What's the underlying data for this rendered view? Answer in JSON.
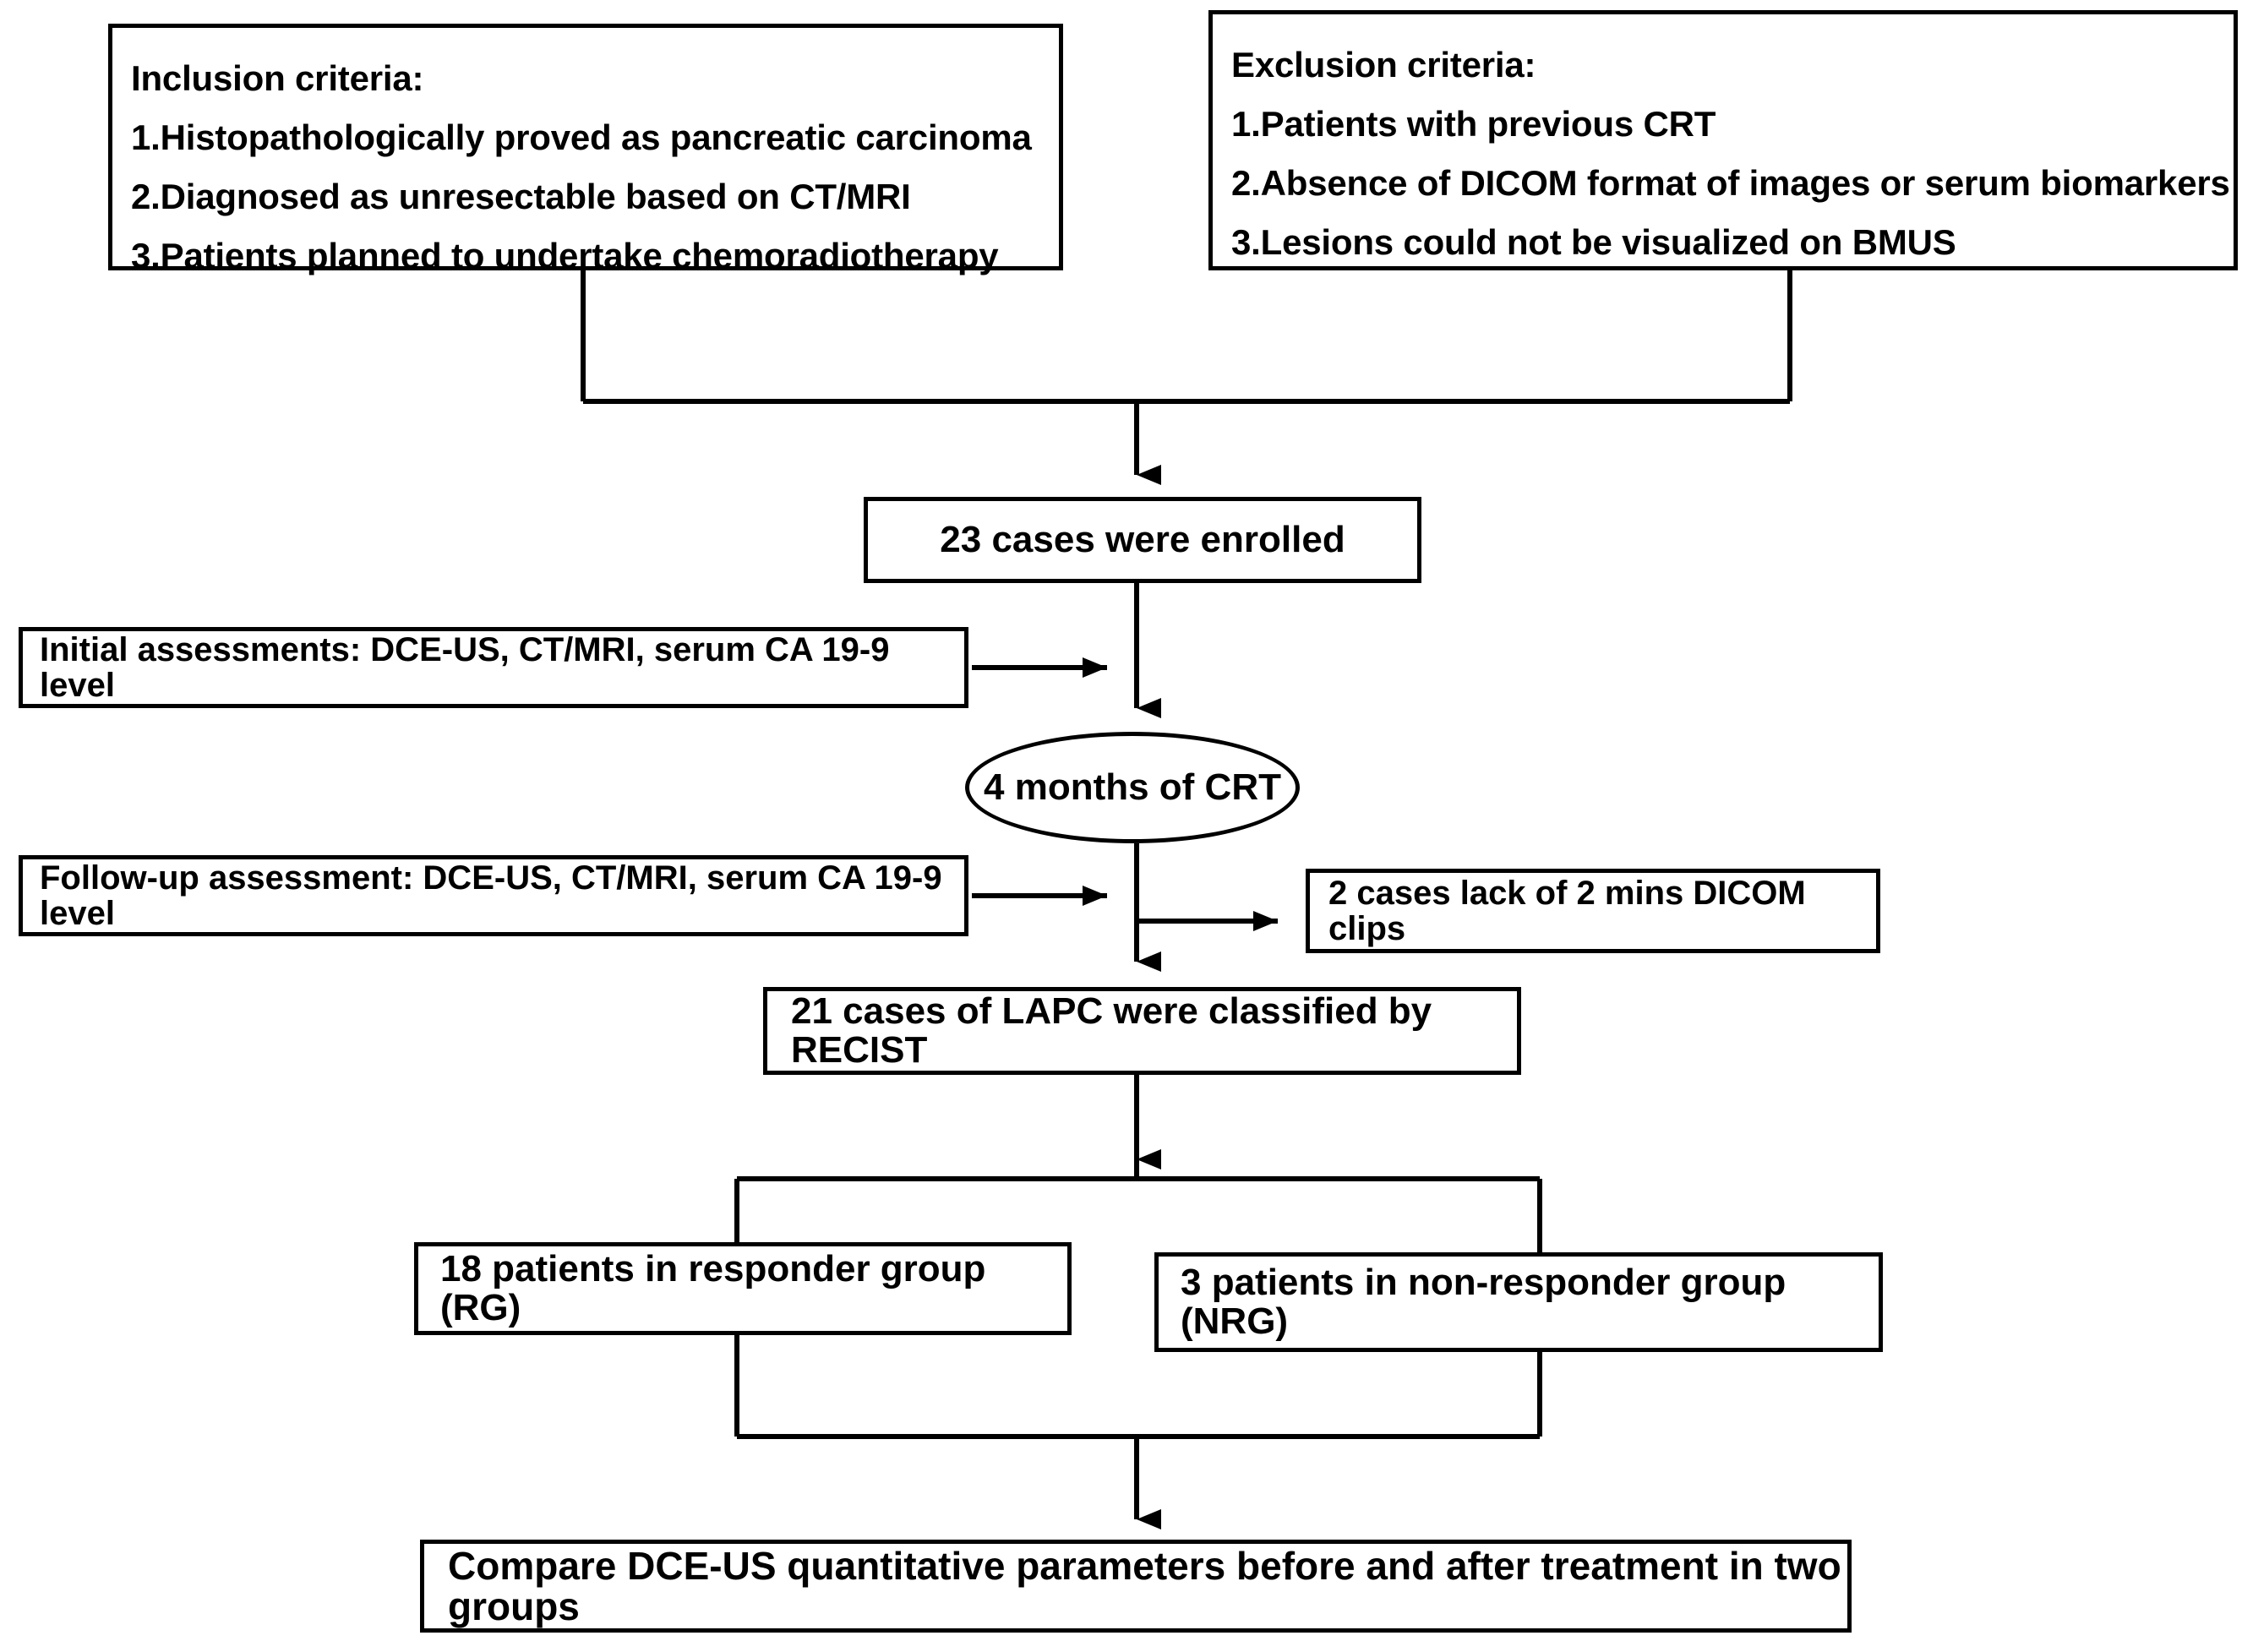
{
  "diagram": {
    "title": "Patient enrollment and DCE-US assessment flowchart",
    "type": "flowchart",
    "stroke_color": "#000000",
    "fill_color": "#ffffff",
    "nodes": {
      "inclusion": {
        "heading": "Inclusion criteria:",
        "items": [
          "1.Histopathologically proved as pancreatic carcinoma",
          "2.Diagnosed as unresectable based on CT/MRI",
          "3.Patients planned to undertake chemoradiotherapy"
        ]
      },
      "exclusion": {
        "heading": "Exclusion criteria:",
        "items": [
          "1.Patients with previous CRT",
          "2.Absence of DICOM format of images or serum biomarkers",
          "3.Lesions could not be visualized on BMUS"
        ]
      },
      "enrolled": "23 cases were enrolled",
      "initial_assessment": "Initial assessments: DCE-US, CT/MRI, serum CA 19-9 level",
      "crt": "4 months of CRT",
      "followup_assessment": "Follow-up assessment: DCE-US, CT/MRI, serum CA 19-9 level",
      "excluded_clips": "2 cases lack of 2 mins DICOM clips",
      "recist": "21 cases of LAPC were classified by RECIST",
      "responder_group": "18 patients in responder group (RG)",
      "nonresponder_group": "3 patients in non-responder group (NRG)",
      "comparison": "Compare DCE-US quantitative parameters before and after treatment in two  groups"
    }
  }
}
